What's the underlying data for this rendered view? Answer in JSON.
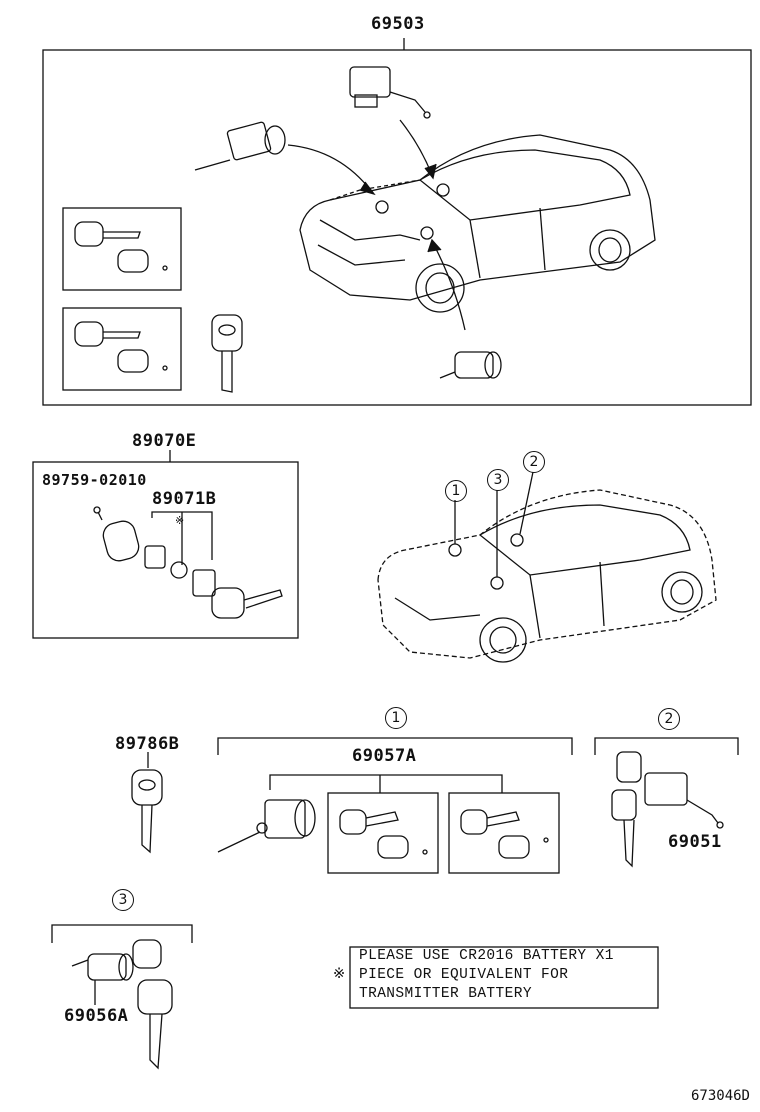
{
  "parts": {
    "top_set": "69503",
    "transmitter_set": "89070E",
    "screw": "89759-02010",
    "transmitter_housing": "89071B",
    "key_blank": "89786B",
    "cylinder_set": "69057A",
    "door_lock_cylinder": "69051",
    "glove_box_cylinder": "69056A"
  },
  "markers": {
    "one": "1",
    "two": "2",
    "three": "3"
  },
  "note": {
    "symbol": "※",
    "line1": "PLEASE USE CR2016 BATTERY X1",
    "line2": "PIECE OR EQUIVALENT FOR",
    "line3": "TRANSMITTER BATTERY"
  },
  "diagram_ref": "673046D"
}
